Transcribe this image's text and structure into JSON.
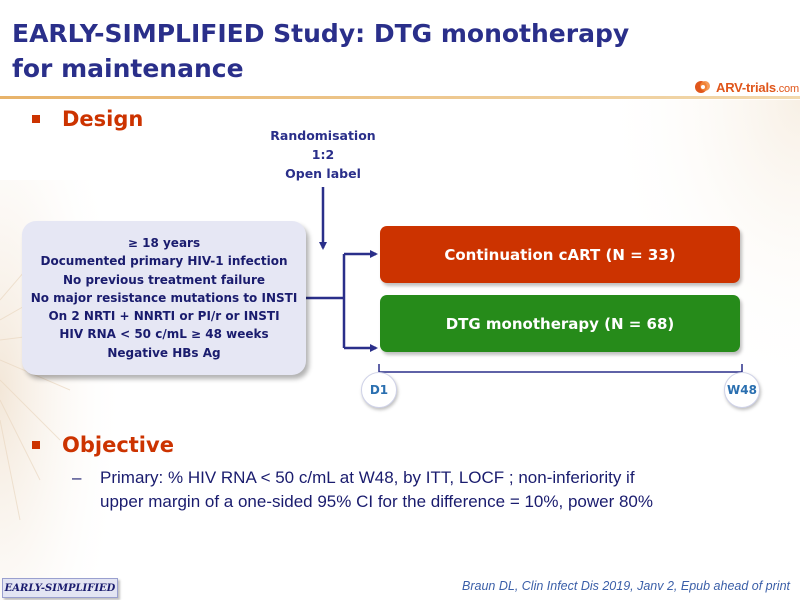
{
  "title": {
    "line1": "EARLY-SIMPLIFIED Study: DTG monotherapy",
    "line2": "for maintenance"
  },
  "logo": {
    "icon": "arv-trials-logo-icon",
    "text_main": "ARV-trials",
    "text_domain": ".com"
  },
  "sections": {
    "design": "Design",
    "objective": "Objective"
  },
  "randomisation": {
    "line1": "Randomisation",
    "line2": "1:2",
    "line3": "Open label"
  },
  "criteria": [
    "≥ 18 years",
    "Documented primary HIV-1 infection",
    "No previous treatment failure",
    "No major resistance mutations to INSTI",
    "On 2 NRTI + NNRTI or PI/r or INSTI",
    "HIV RNA < 50 c/mL ≥ 48 weeks",
    "Negative HBs Ag"
  ],
  "arms": {
    "continuation": "Continuation cART (N = 33)",
    "dtg": "DTG monotherapy (N = 68)"
  },
  "timeline": {
    "start": "D1",
    "end": "W48"
  },
  "objective": {
    "dash": "–",
    "line1": "Primary: % HIV RNA < 50 c/mL at W48, by ITT, LOCF ; non-inferiority if",
    "line2": "upper margin of a one-sided 95% CI for the difference = 10%, power 80%"
  },
  "footer": {
    "badge": "EARLY-SIMPLIFIED",
    "reference": "Braun DL, Clin Infect Dis 2019, Janv 2, Epub ahead of print"
  },
  "colors": {
    "title": "#2a2f8a",
    "accent_red": "#cc3300",
    "arm_green": "#268b1a",
    "criteria_bg": "#e6e7f4"
  }
}
